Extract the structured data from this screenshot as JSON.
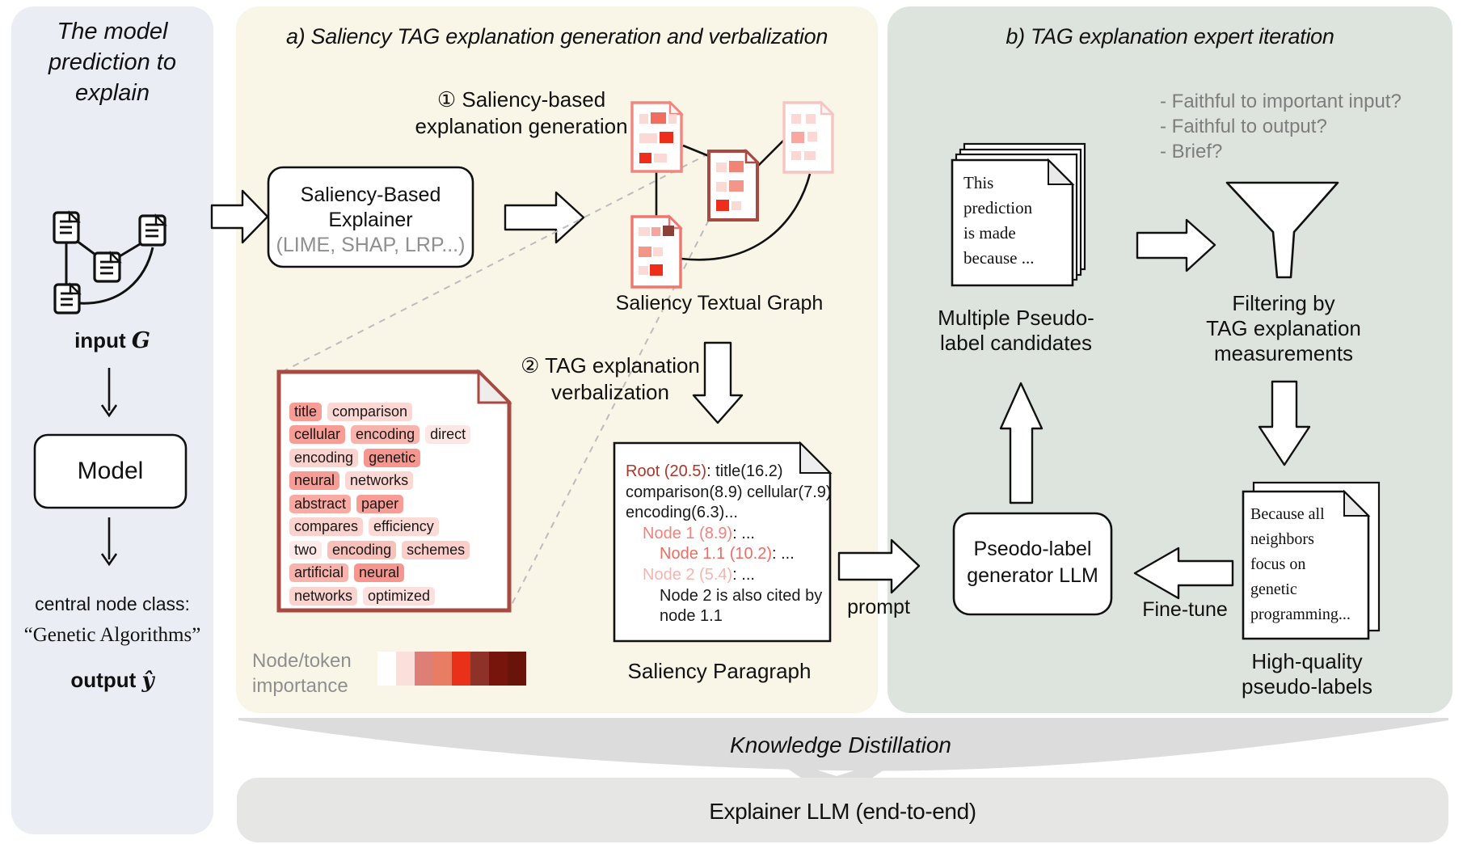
{
  "left_panel": {
    "title_lines": [
      "The model",
      "prediction to",
      "explain"
    ],
    "input_label": "input",
    "input_symbol": "G",
    "model_label": "Model",
    "pred_caption": "central node class:",
    "pred_class": "“Genetic Algorithms”",
    "output_label": "output",
    "output_symbol": "ŷ"
  },
  "panel_a": {
    "title": "a) Saliency TAG explanation generation and verbalization",
    "step1_lines": [
      "① Saliency-based",
      "explanation generation"
    ],
    "explainer_box": {
      "line1": "Saliency-Based",
      "line2": "Explainer",
      "line3": "(LIME, SHAP, LRP...)"
    },
    "graph_caption": "Saliency Textual Graph",
    "step2_lines": [
      "② TAG explanation",
      "verbalization"
    ],
    "word_doc_rows": [
      [
        {
          "text": "title",
          "bg": "#f79d96"
        },
        {
          "text": "comparison",
          "bg": "#fcd7d3"
        }
      ],
      [
        {
          "text": "cellular",
          "bg": "#f79d96"
        },
        {
          "text": "encoding",
          "bg": "#f8b3ac"
        },
        {
          "text": "direct",
          "bg": "#fde7e5"
        }
      ],
      [
        {
          "text": "encoding",
          "bg": "#fbd3ce"
        },
        {
          "text": "genetic",
          "bg": "#f6968e"
        }
      ],
      [
        {
          "text": "neural",
          "bg": "#f79d96"
        },
        {
          "text": "networks",
          "bg": "#fcd7d3"
        }
      ],
      [
        {
          "text": "abstract",
          "bg": "#f8aaa3"
        },
        {
          "text": "paper",
          "bg": "#f79d96"
        }
      ],
      [
        {
          "text": "compares",
          "bg": "#fbd3ce"
        },
        {
          "text": "efficiency",
          "bg": "#fcdad6"
        }
      ],
      [
        {
          "text": "two",
          "bg": "#fdeae8"
        },
        {
          "text": "encoding",
          "bg": "#f9c0ba"
        },
        {
          "text": "schemes",
          "bg": "#fbceca"
        }
      ],
      [
        {
          "text": "artificial",
          "bg": "#f8b3ac"
        },
        {
          "text": "neural",
          "bg": "#f6968e"
        }
      ],
      [
        {
          "text": "networks",
          "bg": "#fbd3ce"
        },
        {
          "text": "optimized",
          "bg": "#fde0dd"
        }
      ]
    ],
    "importance_label_lines": [
      "Node/token",
      "importance"
    ],
    "importance_scale": [
      "#ffffff",
      "#fbdfdb",
      "#dd7e77",
      "#e87d64",
      "#e93119",
      "#8e3129",
      "#77150c",
      "#691408"
    ],
    "paragraph_doc_lines": [
      {
        "indent": 0,
        "parts": [
          {
            "text": "Root (20.5)",
            "color": "#ae352b"
          },
          {
            "text": ": title(16.2)",
            "color": "#1a1a1a"
          }
        ]
      },
      {
        "indent": 0,
        "parts": [
          {
            "text": "comparison(8.9) cellular(7.9)",
            "color": "#1a1a1a"
          }
        ]
      },
      {
        "indent": 0,
        "parts": [
          {
            "text": "encoding(6.3)...",
            "color": "#1a1a1a"
          }
        ]
      },
      {
        "indent": 1,
        "parts": [
          {
            "text": "Node 1 (8.9)",
            "color": "#f0837b"
          },
          {
            "text": ": ...",
            "color": "#1a1a1a"
          }
        ]
      },
      {
        "indent": 2,
        "parts": [
          {
            "text": "Node 1.1 (10.2)",
            "color": "#ed6d62"
          },
          {
            "text": ": ...",
            "color": "#1a1a1a"
          }
        ]
      },
      {
        "indent": 1,
        "parts": [
          {
            "text": "Node 2 (5.4)",
            "color": "#f5b5ae"
          },
          {
            "text": ": ...",
            "color": "#1a1a1a"
          }
        ]
      },
      {
        "indent": 2,
        "parts": [
          {
            "text": "Node 2 is also cited by",
            "color": "#1a1a1a"
          }
        ]
      },
      {
        "indent": 2,
        "parts": [
          {
            "text": "node 1.1",
            "color": "#1a1a1a"
          }
        ]
      }
    ],
    "paragraph_caption": "Saliency Paragraph",
    "prompt_label": "prompt"
  },
  "panel_b": {
    "title": "b) TAG explanation expert iteration",
    "criteria_lines": [
      "- Faithful to important input?",
      "- Faithful to output?",
      "- Brief?"
    ],
    "candidate_doc_lines": [
      "This",
      "prediction",
      "is made",
      "because ..."
    ],
    "candidates_caption_lines": [
      "Multiple Pseudo-",
      "label candidates"
    ],
    "filter_caption_lines": [
      "Filtering by",
      "TAG explanation",
      "measurements"
    ],
    "hq_doc_lines": [
      "Because all",
      "neighbors",
      "focus on",
      "genetic",
      "programming..."
    ],
    "hq_caption_lines": [
      "High-quality",
      "pseudo-labels"
    ],
    "llm_box_lines": [
      "Pseodo-label",
      "generator LLM"
    ],
    "finetune_label": "Fine-tune"
  },
  "footer": {
    "distillation_label": "Knowledge Distillation",
    "explainer_bar_label": "Explainer LLM (end-to-end)"
  }
}
